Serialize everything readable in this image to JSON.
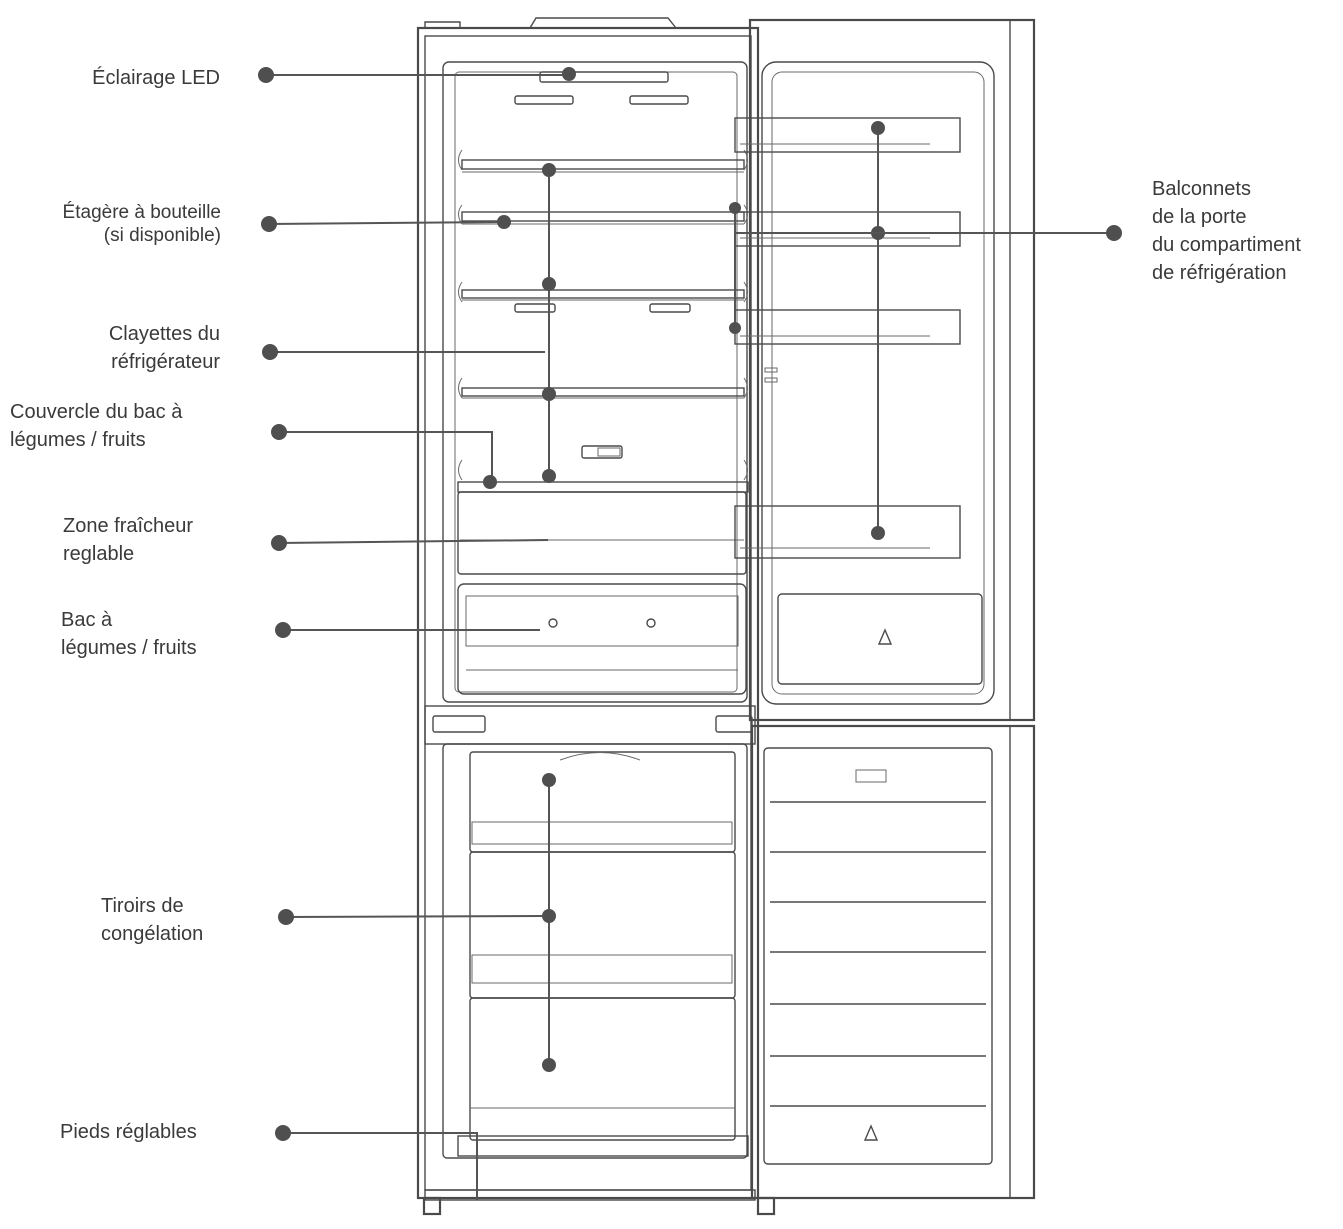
{
  "labels": {
    "led": [
      "Éclairage LED"
    ],
    "bottle_shelf": [
      "Étagère à bouteille",
      "(si disponible)"
    ],
    "shelves": [
      "Clayettes du",
      "réfrigérateur"
    ],
    "crisper_cover": [
      "Couvercle du bac à",
      "légumes / fruits"
    ],
    "fresh_zone": [
      "Zone fraîcheur",
      "reglable"
    ],
    "crisper": [
      "Bac à",
      "légumes / fruits"
    ],
    "freezer_drawers": [
      "Tiroirs de",
      "congélation"
    ],
    "feet": [
      "Pieds réglables"
    ],
    "door_balconies": [
      "Balconnets",
      "de la porte",
      "du compartiment",
      "de réfrigération"
    ]
  },
  "colors": {
    "line": "#4a4a4a",
    "text": "#3a3a3a",
    "background": "#ffffff"
  }
}
